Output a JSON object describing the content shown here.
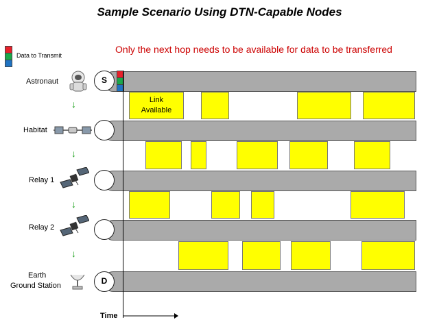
{
  "title": "Sample Scenario Using DTN-Capable Nodes",
  "subtitle": "Only the next hop needs to be available for data to be transferred",
  "legend": {
    "label": "Data to Transmit",
    "colors": [
      "#e8202a",
      "#1aa84a",
      "#1f73c2"
    ]
  },
  "nodes": {
    "astronaut": {
      "label": "Astronaut",
      "circle": "S"
    },
    "habitat": {
      "label": "Habitat",
      "circle": ""
    },
    "relay1": {
      "label": "Relay 1",
      "circle": ""
    },
    "relay2": {
      "label": "Relay 2",
      "circle": ""
    },
    "earth": {
      "label_line1": "Earth",
      "label_line2": "Ground Station",
      "circle": "D"
    }
  },
  "link_label": {
    "line1": "Link",
    "line2": "Available"
  },
  "time_label": "Time",
  "colors": {
    "link_window": "#ffff00",
    "bar": "#aaaaaa",
    "arrow": "#1aa01a",
    "subtitle": "#cc0000"
  }
}
